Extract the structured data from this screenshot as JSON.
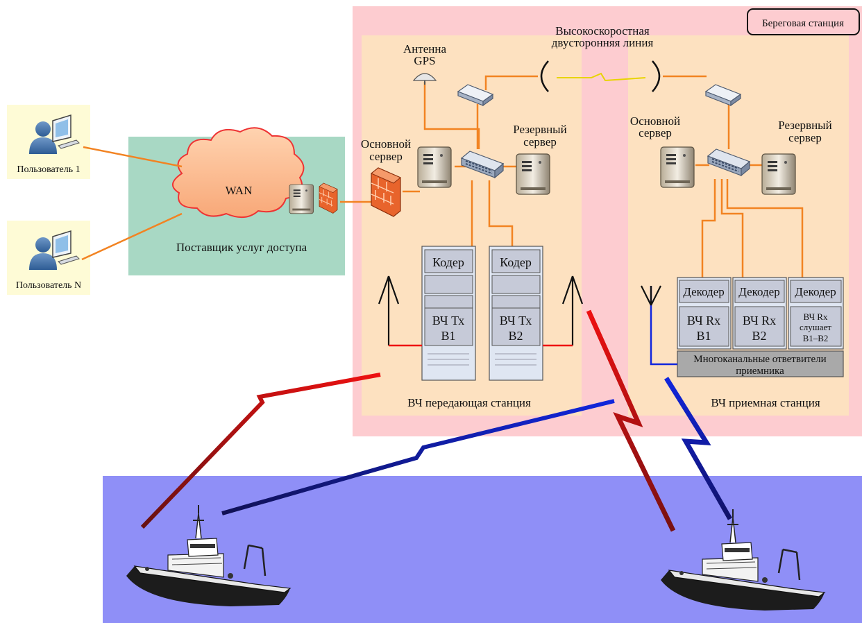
{
  "labels": {
    "shore_station": "Береговая станция",
    "highspeed_line": [
      "Высокоскоростная",
      "двусторонняя линия"
    ],
    "gps_antenna": [
      "Антенна",
      "GPS"
    ],
    "main_server": [
      "Основной",
      "сервер"
    ],
    "backup_server": [
      "Резервный",
      "сервер"
    ],
    "user_1": "Пользователь 1",
    "user_n": "Пользователь N",
    "wan": "WAN",
    "provider": "Поставщик услуг доступа",
    "encoder": "Кодер",
    "tx_b1": [
      "ВЧ Тх",
      "В1"
    ],
    "tx_b2": [
      "ВЧ Тх",
      "В2"
    ],
    "decoder": "Декодер",
    "rx_b1": [
      "ВЧ Rx",
      "B1"
    ],
    "rx_b2": [
      "ВЧ Rx",
      "B2"
    ],
    "rx_b12": [
      "ВЧ Rx",
      "слушает",
      "B1–B2"
    ],
    "multicoupler": [
      "Многоканальные ответвители",
      "приемника"
    ],
    "tx_station": "ВЧ передающая станция",
    "rx_station": "ВЧ приемная станция"
  },
  "colors": {
    "shore_bg": "#fdccd0",
    "station_bg": "#fde1c0",
    "provider_bg": "#a8d8c4",
    "user_bg": "#fefbd6",
    "sea": "#8f8ff7",
    "link_orange": "#f28322",
    "radio_red": "#ee1111",
    "radio_blue": "#1126dd",
    "rack_box": "#c6cad8"
  }
}
